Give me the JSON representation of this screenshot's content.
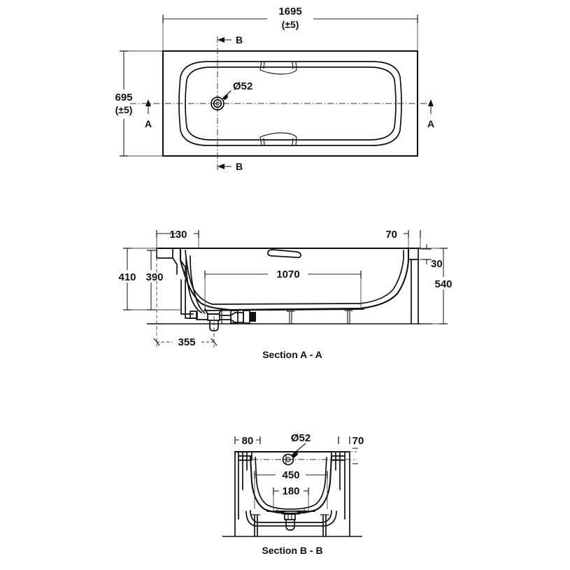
{
  "document": {
    "type": "technical-drawing",
    "subject": "rectangular bath tub",
    "units": "mm",
    "views": [
      "plan",
      "Section A - A",
      "Section B - B"
    ]
  },
  "plan_view": {
    "name": "plan-view",
    "width_label": "1695",
    "width_tolerance": "(±5)",
    "depth_label": "695",
    "depth_tolerance": "(±5)",
    "waste_label": "Ø52",
    "section_marks": {
      "a_left": "A",
      "a_right": "A",
      "b_top": "B",
      "b_bottom": "B"
    }
  },
  "section_aa": {
    "name": "section-a-a",
    "title": "Section A - A",
    "dims": {
      "left_offset": "130",
      "right_offset": "70",
      "rim_height": "410",
      "inner_depth": "390",
      "base_length": "1070",
      "waste_offset": "355",
      "rim_thickness": "30",
      "overall_height": "540"
    }
  },
  "section_bb": {
    "name": "section-b-b",
    "title": "Section B - B",
    "dims": {
      "left_offset": "80",
      "right_offset": "70",
      "waste_label": "Ø52",
      "inner_top_width": "450",
      "base_width": "180"
    }
  },
  "colors": {
    "line": "#111111",
    "thin_line": "#333333",
    "background": "#ffffff"
  }
}
